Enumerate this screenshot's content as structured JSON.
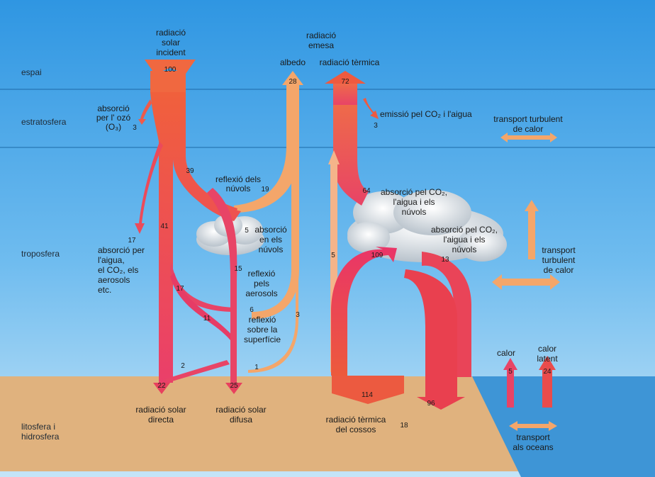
{
  "zones": {
    "espai": "espai",
    "estratosfera": "estratosfera",
    "troposfera": "troposfera",
    "litosfera": [
      "litosfera i",
      "hidrosfera"
    ]
  },
  "labels": {
    "solar_incident": [
      "radiació",
      "solar",
      "incident"
    ],
    "radiacio_emesa": [
      "radiació",
      "emesa"
    ],
    "albedo": "albedo",
    "radiacio_termica": "radiació tèrmica",
    "ozo": [
      "absorció",
      "per l' ozó",
      "(O₃)"
    ],
    "emissio_co2": "emissió pel CO₂ i l'aigua",
    "transport_turbulent_top": [
      "transport turbulent",
      "de calor"
    ],
    "reflexio_nuvols": [
      "reflexió dels",
      "núvols"
    ],
    "absorcio_nuvols": [
      "absorció",
      "en els",
      "núvols"
    ],
    "absorcio_co2_nuvols_1": [
      "absorció pel CO₂,",
      "l'aigua i els",
      "núvols"
    ],
    "absorcio_co2_nuvols_2": [
      "absorció pel CO₂,",
      "l'aigua i els",
      "núvols"
    ],
    "absorcio_aigua": [
      "absorció per",
      "l'aigua,",
      "el CO₂, els",
      "aerosols",
      "etc."
    ],
    "reflexio_aerosols": [
      "reflexió",
      "pels",
      "aerosols"
    ],
    "reflexio_superficie": [
      "reflexió",
      "sobre la",
      "superfície"
    ],
    "transport_turbulent_mid": [
      "transport",
      "turbulent",
      "de calor"
    ],
    "calor": "calor",
    "calor_latent": [
      "calor",
      "latent"
    ],
    "solar_directa": [
      "radiació solar",
      "directa"
    ],
    "solar_difusa": [
      "radiació solar",
      "difusa"
    ],
    "termica_cossos": [
      "radiació tèrmica",
      "del cossos"
    ],
    "transport_oceans": [
      "transport",
      "als oceans"
    ]
  },
  "values": {
    "incident": "100",
    "albedo": "28",
    "termica": "72",
    "ozo": "3",
    "emissio": "3",
    "n39": "39",
    "n19": "19",
    "n64": "64",
    "n17a": "17",
    "n41": "41",
    "n5a": "5",
    "n5b": "5",
    "n109": "109",
    "n13": "13",
    "n15": "15",
    "n17b": "17",
    "n6": "6",
    "n11": "11",
    "n3": "3",
    "n2": "2",
    "n1": "1",
    "n22": "22",
    "n25": "25",
    "n114": "114",
    "n96": "96",
    "n18": "18",
    "calor": "5",
    "latent": "24"
  },
  "colors": {
    "sky_top": "#3aa0e6",
    "sky_bottom": "#b3ddf6",
    "land": "#e2b47c",
    "sea": "#3f98d8",
    "solar": "#ef5a62",
    "solar_light": "#ef8a5a",
    "reflect": "#f4a66c",
    "thermal": "#e84560"
  }
}
